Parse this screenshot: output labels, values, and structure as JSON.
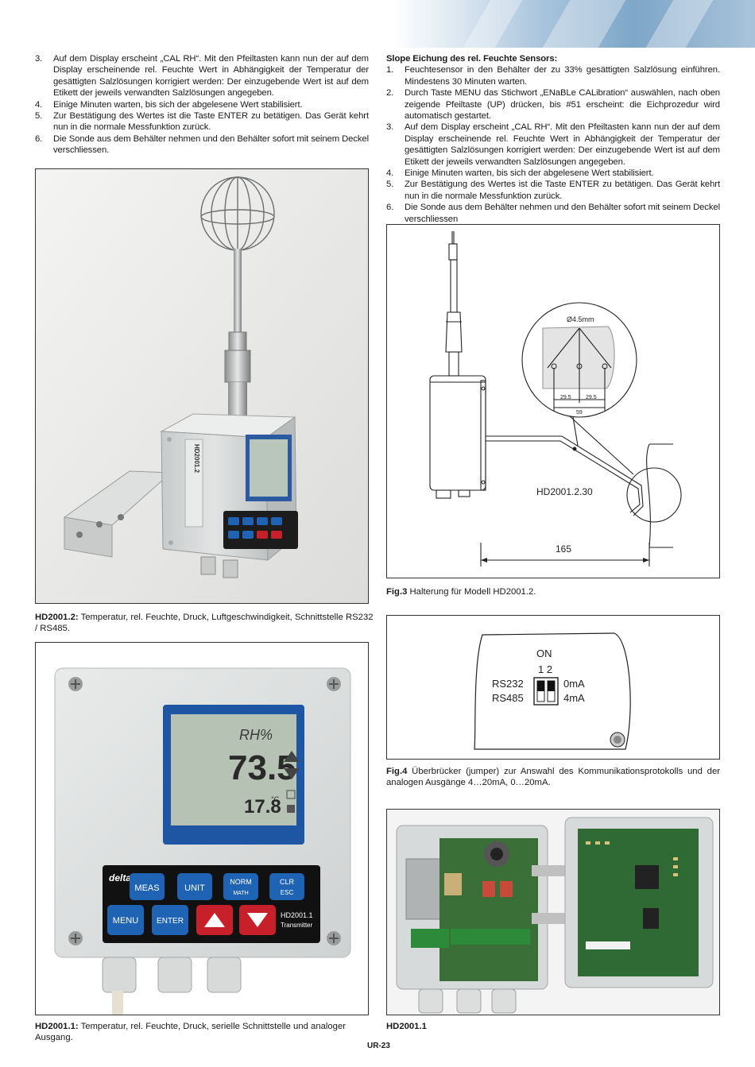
{
  "left_list": [
    {
      "num": "3.",
      "text": "Auf dem Display erscheint „CAL RH“. Mit den Pfeiltasten kann nun der auf dem Display erscheinende rel. Feuchte Wert in Abhängigkeit der Temperatur der gesättigten Salzlösungen korrigiert werden: Der einzugebende Wert ist auf dem Etikett der jeweils verwandten Salzlösungen angegeben."
    },
    {
      "num": "4.",
      "text": "Einige Minuten warten, bis sich der abgelesene Wert stabilisiert."
    },
    {
      "num": "5.",
      "text": "Zur Bestätigung des Wertes ist die Taste ENTER zu betätigen. Das Gerät kehrt  nun in die normale Messfunktion zurück."
    },
    {
      "num": "6.",
      "text": "Die Sonde aus dem Behälter nehmen und den Behälter sofort mit seinem Deckel verschliessen."
    }
  ],
  "right_heading": "Slope Eichung des rel. Feuchte Sensors:",
  "right_list": [
    {
      "num": "1.",
      "text": "Feuchtesensor in den Behälter der zu 33% gesättigten Salzlösung einführen. Mindestens 30 Minuten warten."
    },
    {
      "num": "2.",
      "text": "Durch Taste MENU das Stichwort „ENaBLe CALibration“ auswählen, nach oben zeigende Pfeiltaste (UP) drücken, bis #51 erscheint: die Eichprozedur wird automatisch gestartet."
    },
    {
      "num": "3.",
      "text": "Auf dem Display erscheint „CAL RH“. Mit den Pfeiltasten kann nun der auf dem Display erscheinende rel. Feuchte Wert in Abhängigkeit der Temperatur der gesättigten Salzlösungen korrigiert werden: Der einzugebende Wert ist auf dem Etikett der jeweils verwandten Salzlösungen angegeben."
    },
    {
      "num": "4.",
      "text": "Einige Minuten warten, bis sich der abgelesene Wert stabilisiert."
    },
    {
      "num": "5.",
      "text": "Zur Bestätigung des Wertes ist die Taste ENTER zu betätigen. Das Gerät kehrt nun in die normale Messfunktion zurück."
    },
    {
      "num": "6.",
      "text": "Die Sonde aus dem Behälter nehmen und den Behälter sofort mit seinem Deckel verschliessen"
    }
  ],
  "photo1": {
    "device_label": "HD2001.2",
    "caption_bold": "HD2001.2:",
    "caption_text": " Temperatur, rel. Feuchte, Druck, Luftgeschwindigkeit, Schnittstelle RS232 / RS485."
  },
  "fig3": {
    "hole_label": "Ø4.5mm",
    "dim_a": "29.5",
    "dim_b": "29.5",
    "dim_total": "59",
    "model": "HD2001.2.30",
    "width": "165",
    "caption_bold": "Fig.3",
    "caption_text": " Halterung für Modell HD2001.2."
  },
  "fig4": {
    "on_label": "ON",
    "switch_nums": "1  2",
    "left_top": "RS232",
    "left_bottom": "RS485",
    "right_top": "0mA",
    "right_bottom": "4mA",
    "caption_bold": "Fig.4",
    "caption_text": " Überbrücker (jumper) zur Answahl des Kommunikationsprotokolls und der analogen Ausgänge 4…20mA, 0…20mA."
  },
  "photo2": {
    "display_rh": "RH%",
    "display_value": "73.5",
    "display_temp": "17.8",
    "temp_unit": "°C",
    "brand": "delta OHM",
    "keys": [
      "MEAS",
      "UNIT",
      "NORM",
      "MATH",
      "CLR",
      "ESC",
      "MENU",
      "ENTER"
    ],
    "model_line1": "HD2001.1",
    "model_line2": "Transmitter",
    "caption_bold": "HD2001.1:",
    "caption_text": " Temperatur, rel. Feuchte, Druck, serielle Schnittstelle und analoger Ausgang."
  },
  "photo3": {
    "caption_bold": "HD2001.1"
  },
  "page_number": "UR-23",
  "colors": {
    "key_blue": "#1f63b5",
    "key_red": "#c8202a",
    "lcd": "#b6c2b4",
    "housing": "#d9dcdc",
    "pcb_green": "#2f6a34"
  }
}
